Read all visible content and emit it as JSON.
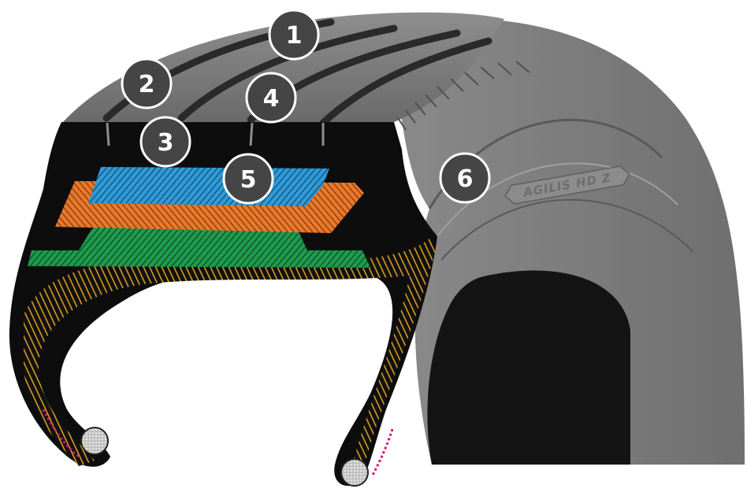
{
  "brand_label": "AGILIS HD Z",
  "callouts": [
    {
      "label": "1"
    },
    {
      "label": "2"
    },
    {
      "label": "3"
    },
    {
      "label": "4"
    },
    {
      "label": "5"
    },
    {
      "label": "6"
    }
  ],
  "colors": {
    "rubber": "#7d7d7d",
    "rubber_dark": "#5e5e5e",
    "section": "#0d0d0d",
    "ply_blue": "#2f9ad6",
    "ply_orange": "#e8782a",
    "ply_green": "#1f9a4e",
    "casing_yellow": "#e0a21c",
    "bead_pink": "#d4147a",
    "badge_fill": "#454545",
    "badge_ring": "#ffffff"
  }
}
